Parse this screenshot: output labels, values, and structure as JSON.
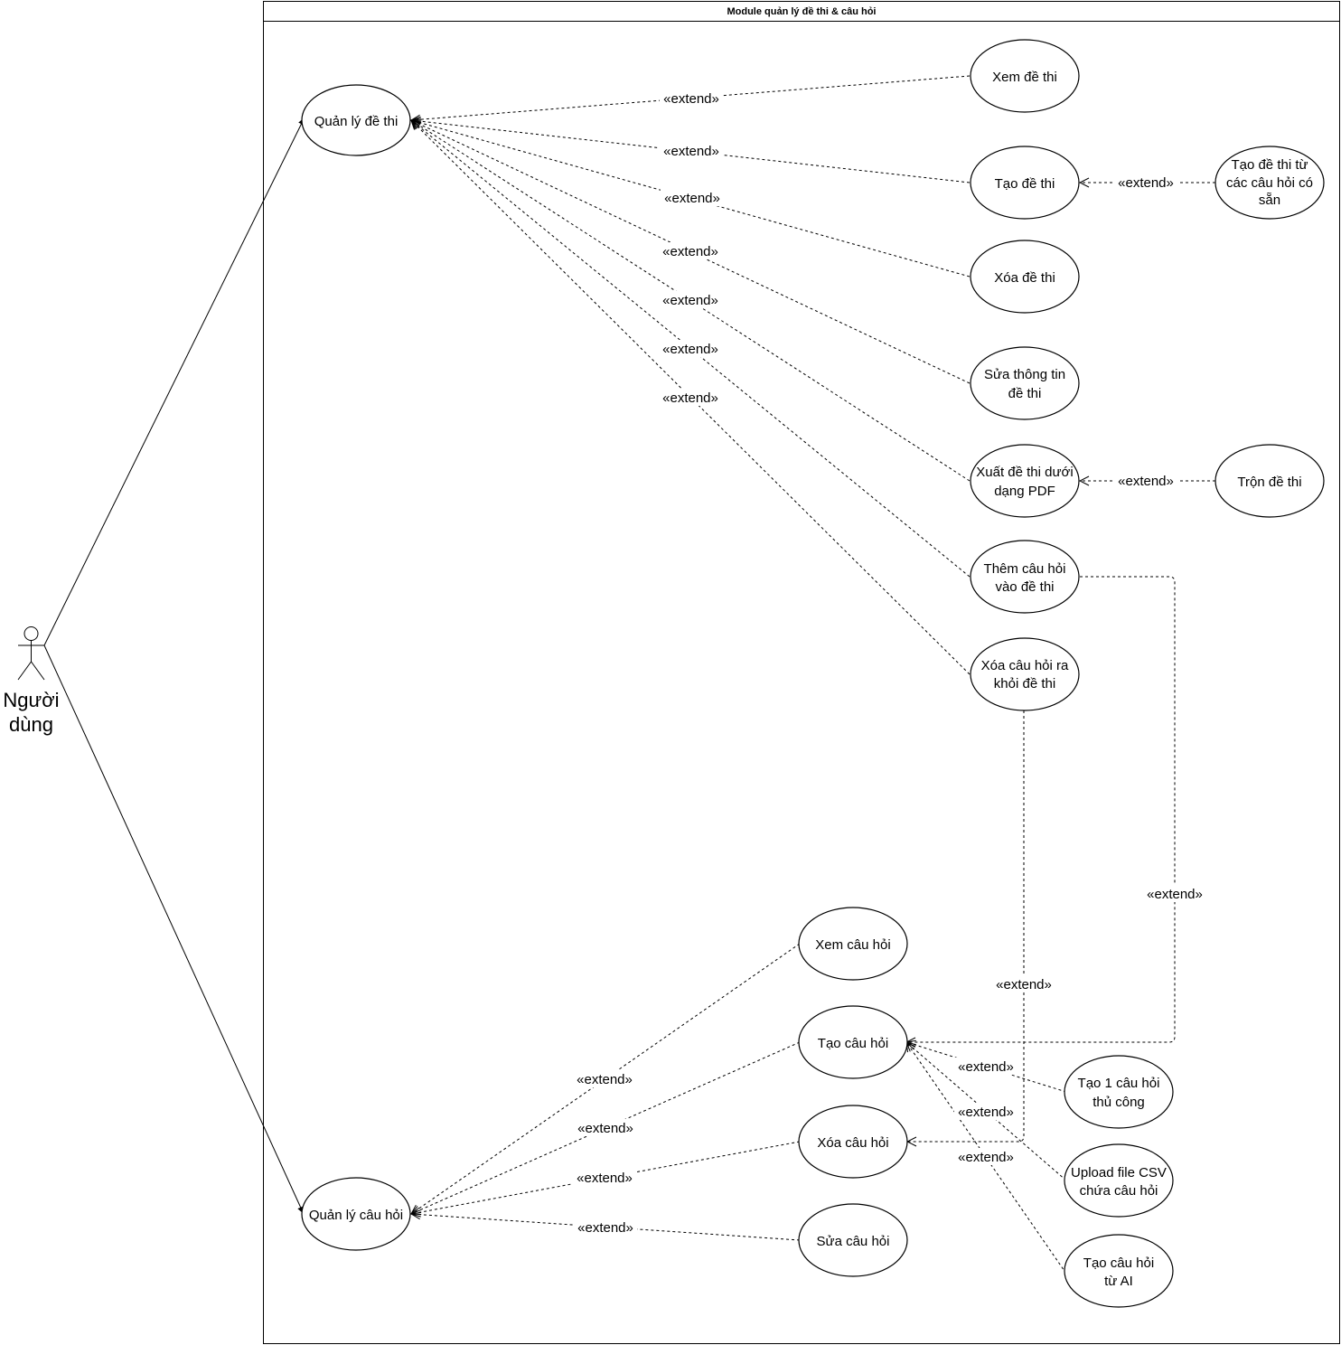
{
  "system": {
    "title": "Module quản lý đề thi & câu hỏi"
  },
  "actor": {
    "label_line1": "Người",
    "label_line2": "dùng"
  },
  "usecases": {
    "quan_ly_de_thi": [
      "Quản lý đề thi"
    ],
    "xem_de_thi": [
      "Xem đề thi"
    ],
    "tao_de_thi": [
      "Tạo đề thi"
    ],
    "tao_de_thi_tu_cau_hoi": [
      "Tạo đề thi từ",
      "các câu hỏi có",
      "sẵn"
    ],
    "xoa_de_thi": [
      "Xóa đề thi"
    ],
    "sua_thong_tin_de_thi": [
      "Sửa thông tin",
      "đề thi"
    ],
    "xuat_de_thi_pdf": [
      "Xuất đề thi dưới",
      "dạng PDF"
    ],
    "tron_de_thi": [
      "Trộn đề thi"
    ],
    "them_cau_hoi_vao_de_thi": [
      "Thêm câu hỏi",
      "vào đề thi"
    ],
    "xoa_cau_hoi_khoi_de_thi": [
      "Xóa câu hỏi ra",
      "khỏi đề thi"
    ],
    "quan_ly_cau_hoi": [
      "Quản lý câu hỏi"
    ],
    "xem_cau_hoi": [
      "Xem câu hỏi"
    ],
    "tao_cau_hoi": [
      "Tạo câu hỏi"
    ],
    "xoa_cau_hoi": [
      "Xóa câu hỏi"
    ],
    "sua_cau_hoi": [
      "Sửa câu hỏi"
    ],
    "tao_1_cau_hoi_thu_cong": [
      "Tạo 1 câu hỏi",
      "thủ công"
    ],
    "upload_file_csv": [
      "Upload file CSV",
      "chứa câu hỏi"
    ],
    "tao_cau_hoi_tu_ai": [
      "Tạo câu hỏi",
      "từ AI"
    ]
  },
  "relations": {
    "stereotype": "«extend»",
    "extends": [
      [
        "xem_de_thi",
        "quan_ly_de_thi"
      ],
      [
        "tao_de_thi",
        "quan_ly_de_thi"
      ],
      [
        "xoa_de_thi",
        "quan_ly_de_thi"
      ],
      [
        "sua_thong_tin_de_thi",
        "quan_ly_de_thi"
      ],
      [
        "xuat_de_thi_pdf",
        "quan_ly_de_thi"
      ],
      [
        "them_cau_hoi_vao_de_thi",
        "quan_ly_de_thi"
      ],
      [
        "xoa_cau_hoi_khoi_de_thi",
        "quan_ly_de_thi"
      ],
      [
        "tao_de_thi_tu_cau_hoi",
        "tao_de_thi"
      ],
      [
        "tron_de_thi",
        "xuat_de_thi_pdf"
      ],
      [
        "xem_cau_hoi",
        "quan_ly_cau_hoi"
      ],
      [
        "tao_cau_hoi",
        "quan_ly_cau_hoi"
      ],
      [
        "xoa_cau_hoi",
        "quan_ly_cau_hoi"
      ],
      [
        "sua_cau_hoi",
        "quan_ly_cau_hoi"
      ],
      [
        "tao_1_cau_hoi_thu_cong",
        "tao_cau_hoi"
      ],
      [
        "upload_file_csv",
        "tao_cau_hoi"
      ],
      [
        "tao_cau_hoi_tu_ai",
        "tao_cau_hoi"
      ],
      [
        "them_cau_hoi_vao_de_thi",
        "tao_cau_hoi"
      ],
      [
        "xoa_cau_hoi_khoi_de_thi",
        "xoa_cau_hoi"
      ]
    ],
    "associations": [
      [
        "actor",
        "quan_ly_de_thi"
      ],
      [
        "actor",
        "quan_ly_cau_hoi"
      ]
    ]
  }
}
